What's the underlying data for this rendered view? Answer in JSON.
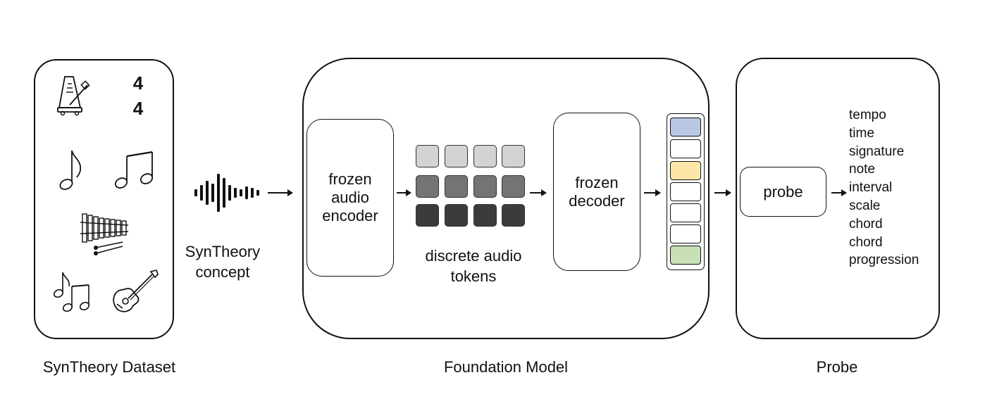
{
  "dataset": {
    "caption": "SynTheory Dataset",
    "time_signature": {
      "top": "4",
      "bottom": "4"
    },
    "icons": [
      "metronome-icon",
      "quarter-note-icon",
      "beamed-eighth-notes-icon",
      "xylophone-icon",
      "notes-icon",
      "guitar-icon"
    ]
  },
  "concept": {
    "line1": "SynTheory",
    "line2": "concept",
    "icon": "waveform-icon"
  },
  "foundation": {
    "caption": "Foundation Model",
    "encoder": [
      "frozen",
      "audio",
      "encoder"
    ],
    "tokens_label": [
      "discrete audio",
      "tokens"
    ],
    "token_rows": [
      {
        "color": "#d3d3d3"
      },
      {
        "color": "#767373"
      },
      {
        "color": "#3b3b3b"
      }
    ],
    "decoder": [
      "frozen",
      "decoder"
    ],
    "embedding_colors": [
      "#b9c7e3",
      "#ffffff",
      "#fde7a8",
      "#ffffff",
      "#ffffff",
      "#ffffff",
      "#c9dfb6"
    ]
  },
  "probe": {
    "caption": "Probe",
    "box_label": "probe",
    "concepts": [
      "tempo",
      "time",
      "signature",
      "note",
      "interval",
      "scale",
      "chord",
      "chord",
      "progression"
    ]
  }
}
